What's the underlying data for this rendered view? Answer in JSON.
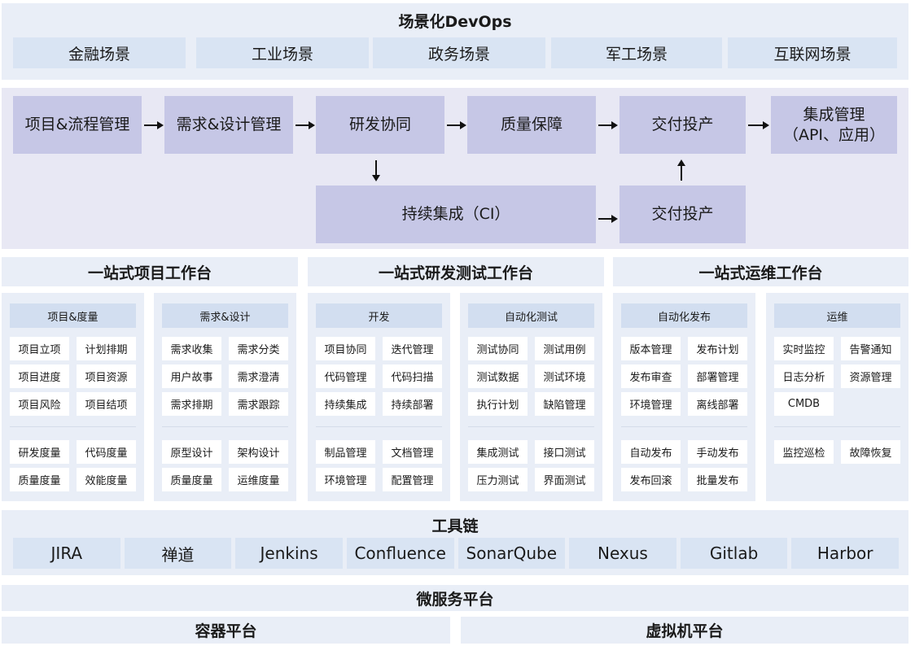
{
  "scenes": {
    "title": "场景化DevOps",
    "items": [
      "金融场景",
      "工业场景",
      "政务场景",
      "军工场景",
      "互联网场景"
    ]
  },
  "flow": {
    "top": [
      "项目&流程管理",
      "需求&设计管理",
      "研发协同",
      "质量保障",
      "交付投产"
    ],
    "integration_line1": "集成管理",
    "integration_line2": "（API、应用）",
    "ci": "持续集成（CI）",
    "delivery2": "交付投产"
  },
  "workstations": [
    {
      "title": "一站式项目工作台"
    },
    {
      "title": "一站式研发测试工作台"
    },
    {
      "title": "一站式运维工作台"
    }
  ],
  "cards": [
    {
      "title": "项目&度量",
      "group1": [
        "项目立项",
        "计划排期",
        "项目进度",
        "项目资源",
        "项目风险",
        "项目结项"
      ],
      "group2": [
        "研发度量",
        "代码度量",
        "质量度量",
        "效能度量"
      ]
    },
    {
      "title": "需求&设计",
      "group1": [
        "需求收集",
        "需求分类",
        "用户故事",
        "需求澄清",
        "需求排期",
        "需求跟踪"
      ],
      "group2": [
        "原型设计",
        "架构设计",
        "质量度量",
        "运维度量"
      ]
    },
    {
      "title": "开发",
      "group1": [
        "项目协同",
        "迭代管理",
        "代码管理",
        "代码扫描",
        "持续集成",
        "持续部署"
      ],
      "group2": [
        "制品管理",
        "文档管理",
        "环境管理",
        "配置管理"
      ]
    },
    {
      "title": "自动化测试",
      "group1": [
        "测试协同",
        "测试用例",
        "测试数据",
        "测试环境",
        "执行计划",
        "缺陷管理"
      ],
      "group2": [
        "集成测试",
        "接口测试",
        "压力测试",
        "界面测试"
      ]
    },
    {
      "title": "自动化发布",
      "group1": [
        "版本管理",
        "发布计划",
        "发布审查",
        "部署管理",
        "环境管理",
        "离线部署"
      ],
      "group2": [
        "自动发布",
        "手动发布",
        "发布回滚",
        "批量发布"
      ]
    },
    {
      "title": "运维",
      "group1": [
        "实时监控",
        "告警通知",
        "日志分析",
        "资源管理",
        "CMDB"
      ],
      "group2": [
        "监控巡检",
        "故障恢复"
      ]
    }
  ],
  "toolchain": {
    "title": "工具链",
    "items": [
      "JIRA",
      "禅道",
      "Jenkins",
      "Confluence",
      "SonarQube",
      "Nexus",
      "Gitlab",
      "Harbor"
    ]
  },
  "platforms": {
    "microservice": "微服务平台",
    "container": "容器平台",
    "vm": "虚拟机平台"
  }
}
